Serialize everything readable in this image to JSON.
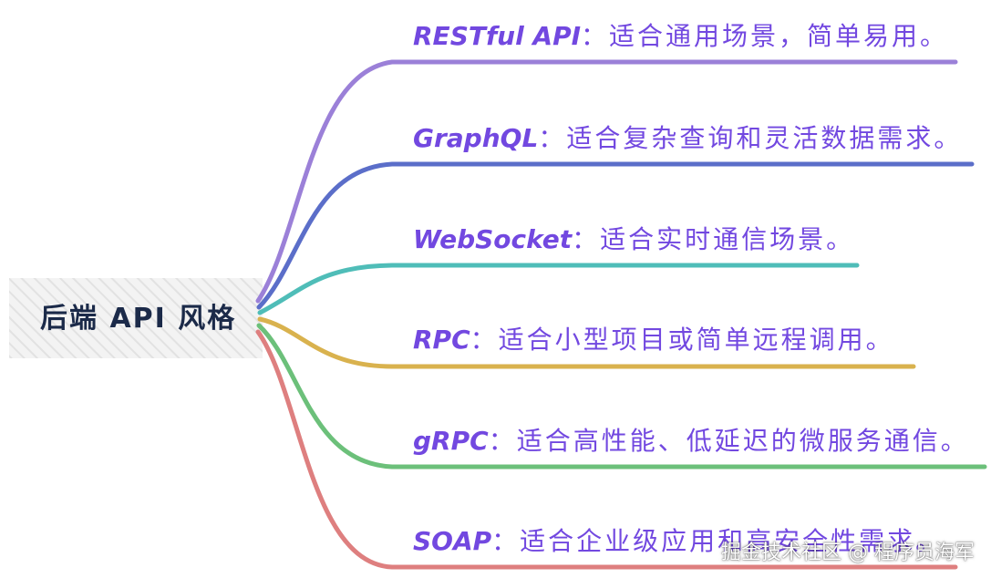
{
  "root": {
    "label": "后端 API 风格"
  },
  "branches": [
    {
      "label": "RESTful API",
      "desc": "：适合通用场景，简单易用。",
      "color": "#9b80d8"
    },
    {
      "label": "GraphQL",
      "desc": "：适合复杂查询和灵活数据需求。",
      "color": "#5b6ec9"
    },
    {
      "label": "WebSocket",
      "desc": "：适合实时通信场景。",
      "color": "#4fbdb8"
    },
    {
      "label": "RPC",
      "desc": "：适合小型项目或简单远程调用。",
      "color": "#d9b24e"
    },
    {
      "label": "gRPC",
      "desc": "：适合高性能、低延迟的微服务通信。",
      "color": "#6cc07a"
    },
    {
      "label": "SOAP",
      "desc": "：适合企业级应用和高安全性需求。",
      "color": "#de7f7f"
    }
  ],
  "text_color": "#7248e0",
  "watermark": "掘金技术社区 @ 程序员海军"
}
